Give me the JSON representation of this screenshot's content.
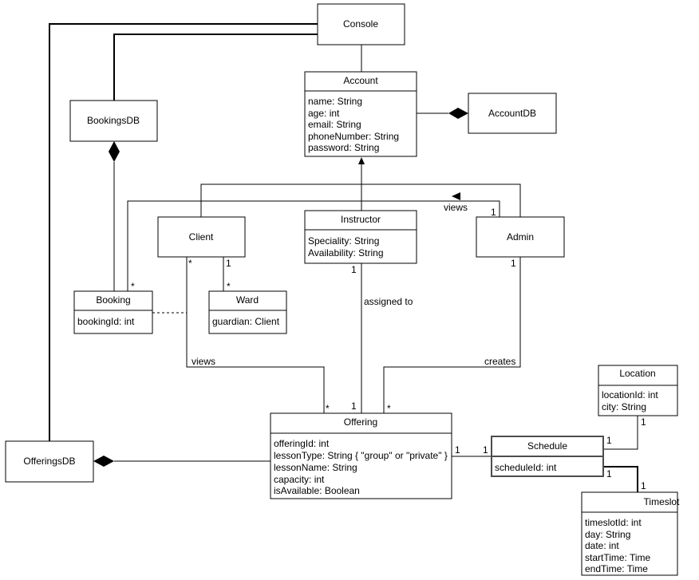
{
  "boxes": {
    "console": {
      "title": "Console"
    },
    "bookingsdb": {
      "title": "BookingsDB"
    },
    "accountdb": {
      "title": "AccountDB"
    },
    "offeringsdb": {
      "title": "OfferingsDB"
    },
    "client": {
      "title": "Client"
    },
    "admin": {
      "title": "Admin"
    },
    "account": {
      "title": "Account",
      "attributes": [
        "name: String",
        "age: int",
        "email: String",
        "phoneNumber: String",
        "password: String"
      ]
    },
    "instructor": {
      "title": "Instructor",
      "attributes": [
        "Speciality: String",
        "Availability: String"
      ]
    },
    "booking": {
      "title": "Booking",
      "attributes": [
        "bookingId: int"
      ]
    },
    "ward": {
      "title": "Ward",
      "attributes": [
        "guardian: Client"
      ]
    },
    "offering": {
      "title": "Offering",
      "attributes": [
        "offeringId: int",
        "lessonType: String { \"group\" or \"private\" }",
        "lessonName: String",
        "capacity: int",
        "isAvailable: Boolean"
      ]
    },
    "schedule": {
      "title": "Schedule",
      "attributes": [
        "scheduleId: int"
      ]
    },
    "location": {
      "title": "Location",
      "attributes": [
        "locationId: int",
        "city: String"
      ]
    },
    "timeslot": {
      "title": "Timeslot",
      "attributes": [
        "timeslotId: int",
        "day: String",
        "date: int",
        "startTime: Time",
        "endTime: Time"
      ]
    }
  },
  "labels": {
    "views_top": "views",
    "views_client": "views",
    "assigned_to": "assigned to",
    "creates": "creates"
  },
  "multiplicities": {
    "admin_views_1": "1",
    "booking_star": "*",
    "client_star": "*",
    "client_ward_1": "1",
    "ward_star": "*",
    "instructor_1": "1",
    "admin_1": "1",
    "offering_client_star": "*",
    "offering_instr_1": "1",
    "offering_admin_star": "*",
    "offering_sched_1": "1",
    "schedule_off_1": "1",
    "location_1": "1",
    "schedule_loc_1": "1",
    "schedule_ts_1": "1",
    "timeslot_1": "1"
  }
}
